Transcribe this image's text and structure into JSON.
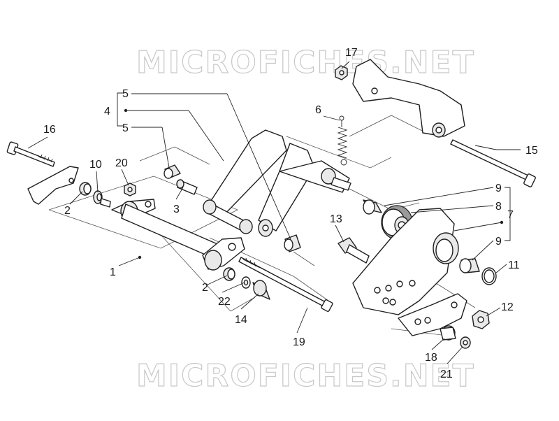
{
  "watermark": {
    "top": "MICROFICHES.NET",
    "bottom": "MICROFICHES.NET"
  },
  "callouts": {
    "c1": "1",
    "c2a": "2",
    "c2b": "2",
    "c3": "3",
    "c4": "4",
    "c5a": "5",
    "c5b": "5",
    "c6": "6",
    "c7": "7",
    "c8": "8",
    "c9a": "9",
    "c9b": "9",
    "c10": "10",
    "c11": "11",
    "c12": "12",
    "c13": "13",
    "c14": "14",
    "c15": "15",
    "c16": "16",
    "c17": "17",
    "c18": "18",
    "c19": "19",
    "c20": "20",
    "c21": "21",
    "c22": "22"
  }
}
